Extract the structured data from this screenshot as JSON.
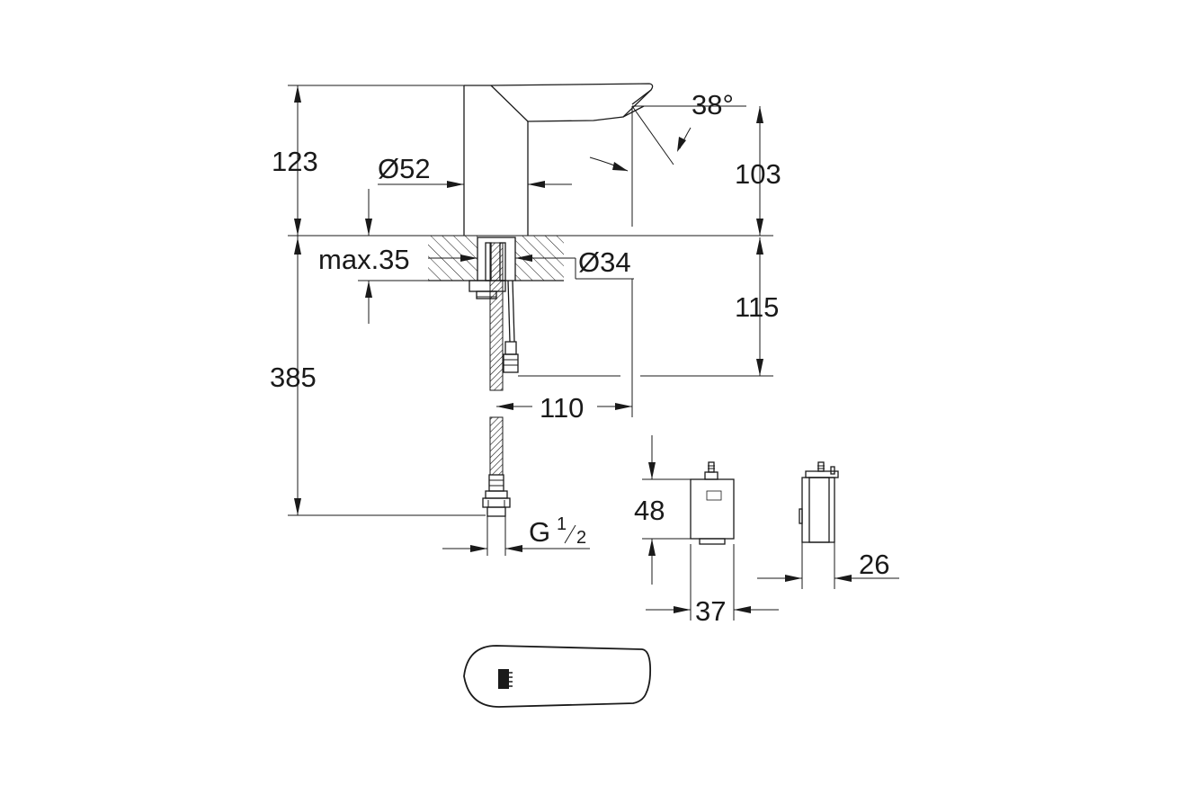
{
  "dimensions": {
    "height_total": "123",
    "spout_height": "103",
    "body_diameter": "Ø52",
    "spray_angle": "38°",
    "max_deck_thickness": "max.35",
    "hole_diameter": "Ø34",
    "below_deck_depth": "115",
    "hose_length": "385",
    "projection": "110",
    "connection_thread_prefix": "G",
    "connection_thread_num": "1",
    "connection_thread_den": "2",
    "box_height": "48",
    "box_width": "37",
    "box_depth": "26"
  }
}
